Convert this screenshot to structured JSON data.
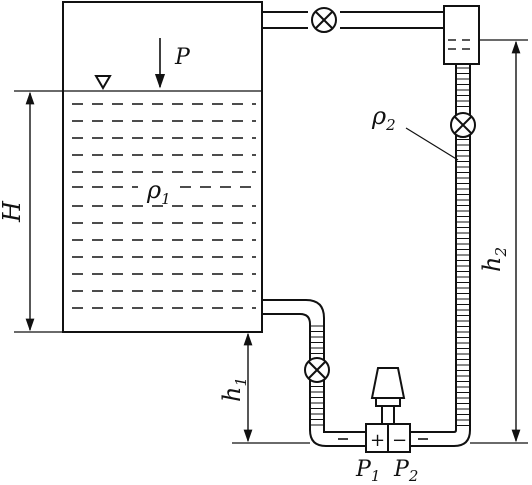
{
  "labels": {
    "pressure": "P",
    "height_tank": "H",
    "density_liquid": "ρ",
    "density_liquid_sub": "1",
    "density_tube": "ρ",
    "density_tube_sub": "2",
    "height_h1": "h",
    "height_h1_sub": "1",
    "height_h2": "h",
    "height_h2_sub": "2",
    "gauge_p1": "P",
    "gauge_p1_sub": "1",
    "gauge_p2": "P",
    "gauge_p2_sub": "2",
    "gauge_plus": "+",
    "gauge_minus": "−"
  },
  "colors": {
    "line": "#111111",
    "background": "#ffffff"
  },
  "icons": {
    "valve": "valve-icon",
    "free_surface": "free-surface-triangle-icon",
    "gauge": "differential-pressure-gauge-icon"
  }
}
